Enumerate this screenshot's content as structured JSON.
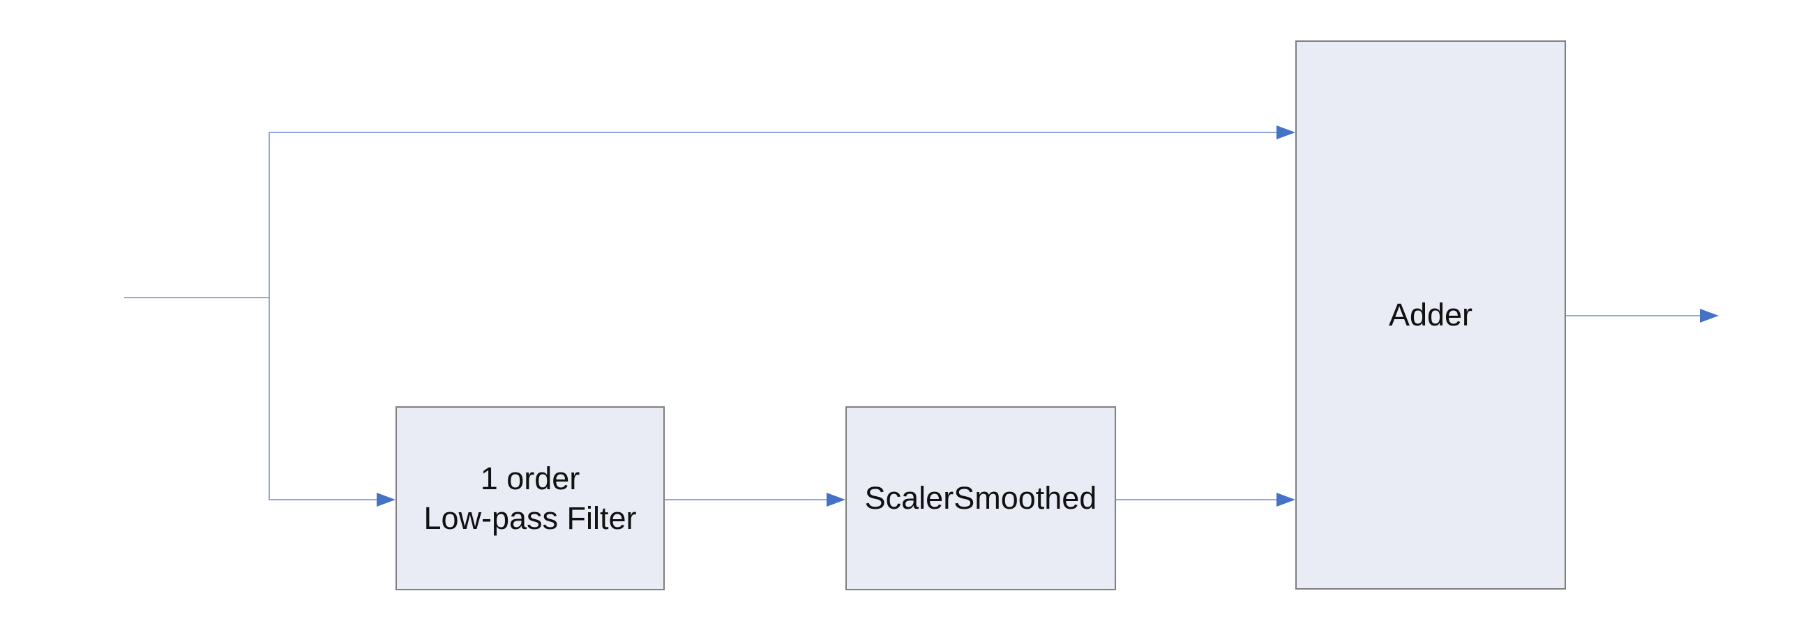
{
  "colors": {
    "canvas-bg": "#FFFFFF",
    "block-fill": "#E9ECF5",
    "block-border": "#7F7F7F",
    "connector": "#8EA9DB",
    "arrowhead": "#4472C4",
    "label": "#111111"
  },
  "diagram": {
    "type": "signal-flow-block-diagram",
    "blocks": [
      {
        "id": "lowpass",
        "label": "1 order\nLow-pass Filter"
      },
      {
        "id": "scaler",
        "label": "ScalerSmoothed"
      },
      {
        "id": "adder",
        "label": "Adder"
      }
    ],
    "edges": [
      {
        "from": "input",
        "to": "branch-point",
        "arrow": false
      },
      {
        "from": "branch-point",
        "to": "adder",
        "arrow": true,
        "route": "top-branch"
      },
      {
        "from": "branch-point",
        "to": "lowpass",
        "arrow": true,
        "route": "bottom-branch"
      },
      {
        "from": "lowpass",
        "to": "scaler",
        "arrow": true
      },
      {
        "from": "scaler",
        "to": "adder",
        "arrow": true
      },
      {
        "from": "adder",
        "to": "output",
        "arrow": true
      }
    ]
  }
}
